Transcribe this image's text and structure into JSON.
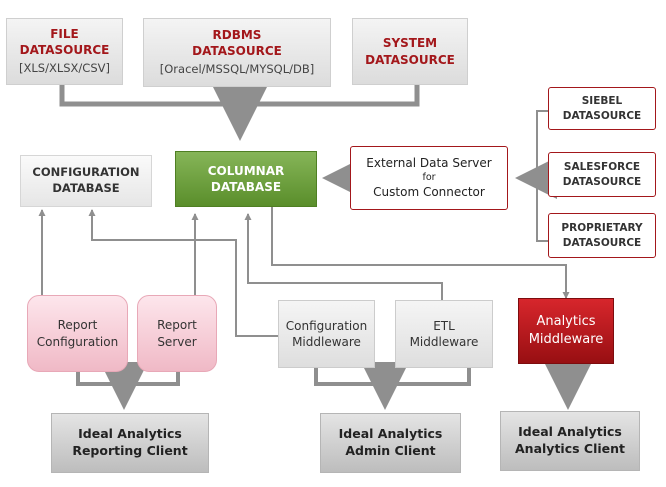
{
  "colors": {
    "datasource_red": "#a3171b",
    "connector_grey": "#8f8f8f",
    "columnar_green": "#6b9e3a",
    "analytics_red": "#b81c22",
    "report_pink": "#f4c6d1"
  },
  "datasources": {
    "file": {
      "title_line1": "FILE",
      "title_line2": "DATASOURCE",
      "formats": "[XLS/XLSX/CSV]"
    },
    "rdbms": {
      "title_line1": "RDBMS",
      "title_line2": "DATASOURCE",
      "formats": "[Oracel/MSSQL/MYSQL/DB]"
    },
    "system": {
      "title_line1": "SYSTEM",
      "title_line2": "DATASOURCE"
    }
  },
  "configuration_database": {
    "line1": "CONFIGURATION",
    "line2": "DATABASE"
  },
  "columnar_database": {
    "line1": "COLUMNAR",
    "line2": "DATABASE"
  },
  "external_data_server": {
    "line1": "External Data Server",
    "line2": "for",
    "line3": "Custom Connector"
  },
  "connectors": {
    "siebel": {
      "line1": "SIEBEL",
      "line2": "DATASOURCE"
    },
    "salesforce": {
      "line1": "SALESFORCE",
      "line2": "DATASOURCE"
    },
    "proprietary": {
      "line1": "PROPRIETARY",
      "line2": "DATASOURCE"
    }
  },
  "report_configuration": {
    "line1": "Report",
    "line2": "Configuration"
  },
  "report_server": {
    "line1": "Report",
    "line2": "Server"
  },
  "configuration_middleware": {
    "line1": "Configuration",
    "line2": "Middleware"
  },
  "etl_middleware": {
    "line1": "ETL",
    "line2": "Middleware"
  },
  "analytics_middleware": {
    "line1": "Analytics",
    "line2": "Middleware"
  },
  "clients": {
    "reporting": {
      "line1": "Ideal Analytics",
      "line2": "Reporting Client"
    },
    "admin": {
      "line1": "Ideal Analytics",
      "line2": "Admin Client"
    },
    "analytics": {
      "line1": "Ideal Analytics",
      "line2": "Analytics Client"
    }
  }
}
